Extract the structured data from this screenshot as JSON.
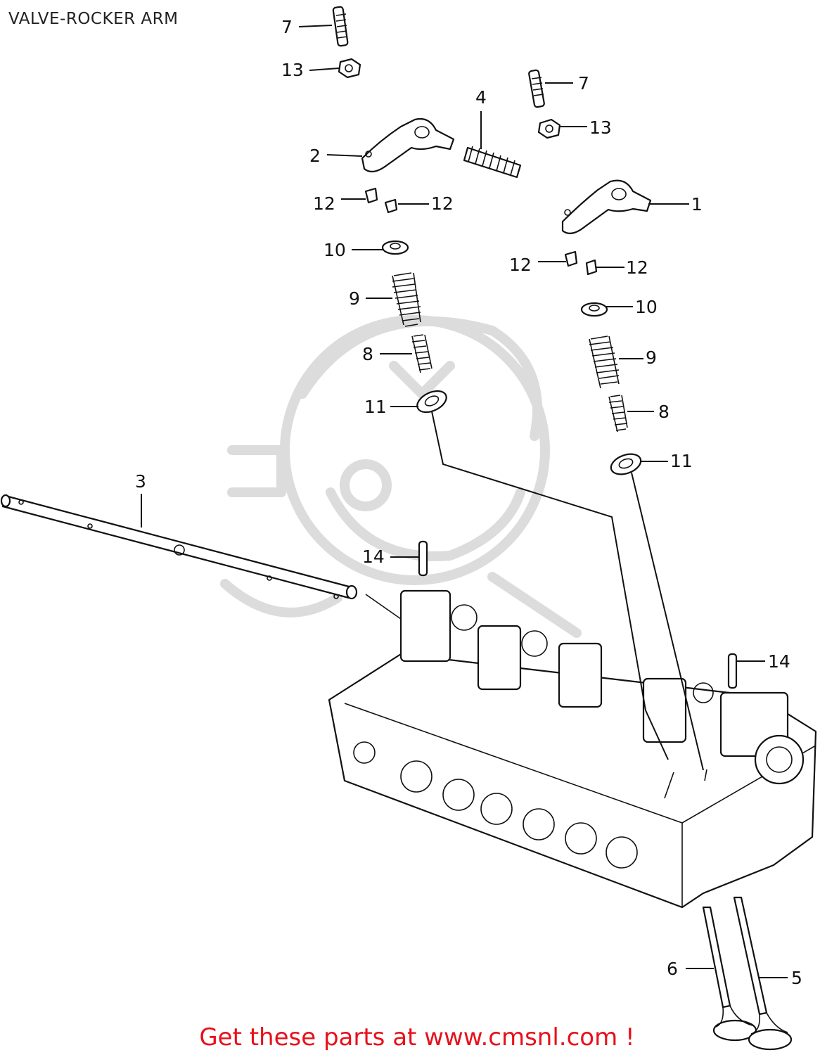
{
  "title": "VALVE-ROCKER ARM",
  "footer": {
    "text": "Get these parts at www.cmsnl.com !",
    "color": "#e8101a"
  },
  "callouts": [
    {
      "part": "7"
    },
    {
      "part": "13"
    },
    {
      "part": "7"
    },
    {
      "part": "4"
    },
    {
      "part": "13"
    },
    {
      "part": "2"
    },
    {
      "part": "12"
    },
    {
      "part": "12"
    },
    {
      "part": "1"
    },
    {
      "part": "10"
    },
    {
      "part": "12"
    },
    {
      "part": "12"
    },
    {
      "part": "9"
    },
    {
      "part": "10"
    },
    {
      "part": "8"
    },
    {
      "part": "9"
    },
    {
      "part": "11"
    },
    {
      "part": "8"
    },
    {
      "part": "11"
    },
    {
      "part": "3"
    },
    {
      "part": "14"
    },
    {
      "part": "14"
    },
    {
      "part": "6"
    },
    {
      "part": "5"
    }
  ]
}
